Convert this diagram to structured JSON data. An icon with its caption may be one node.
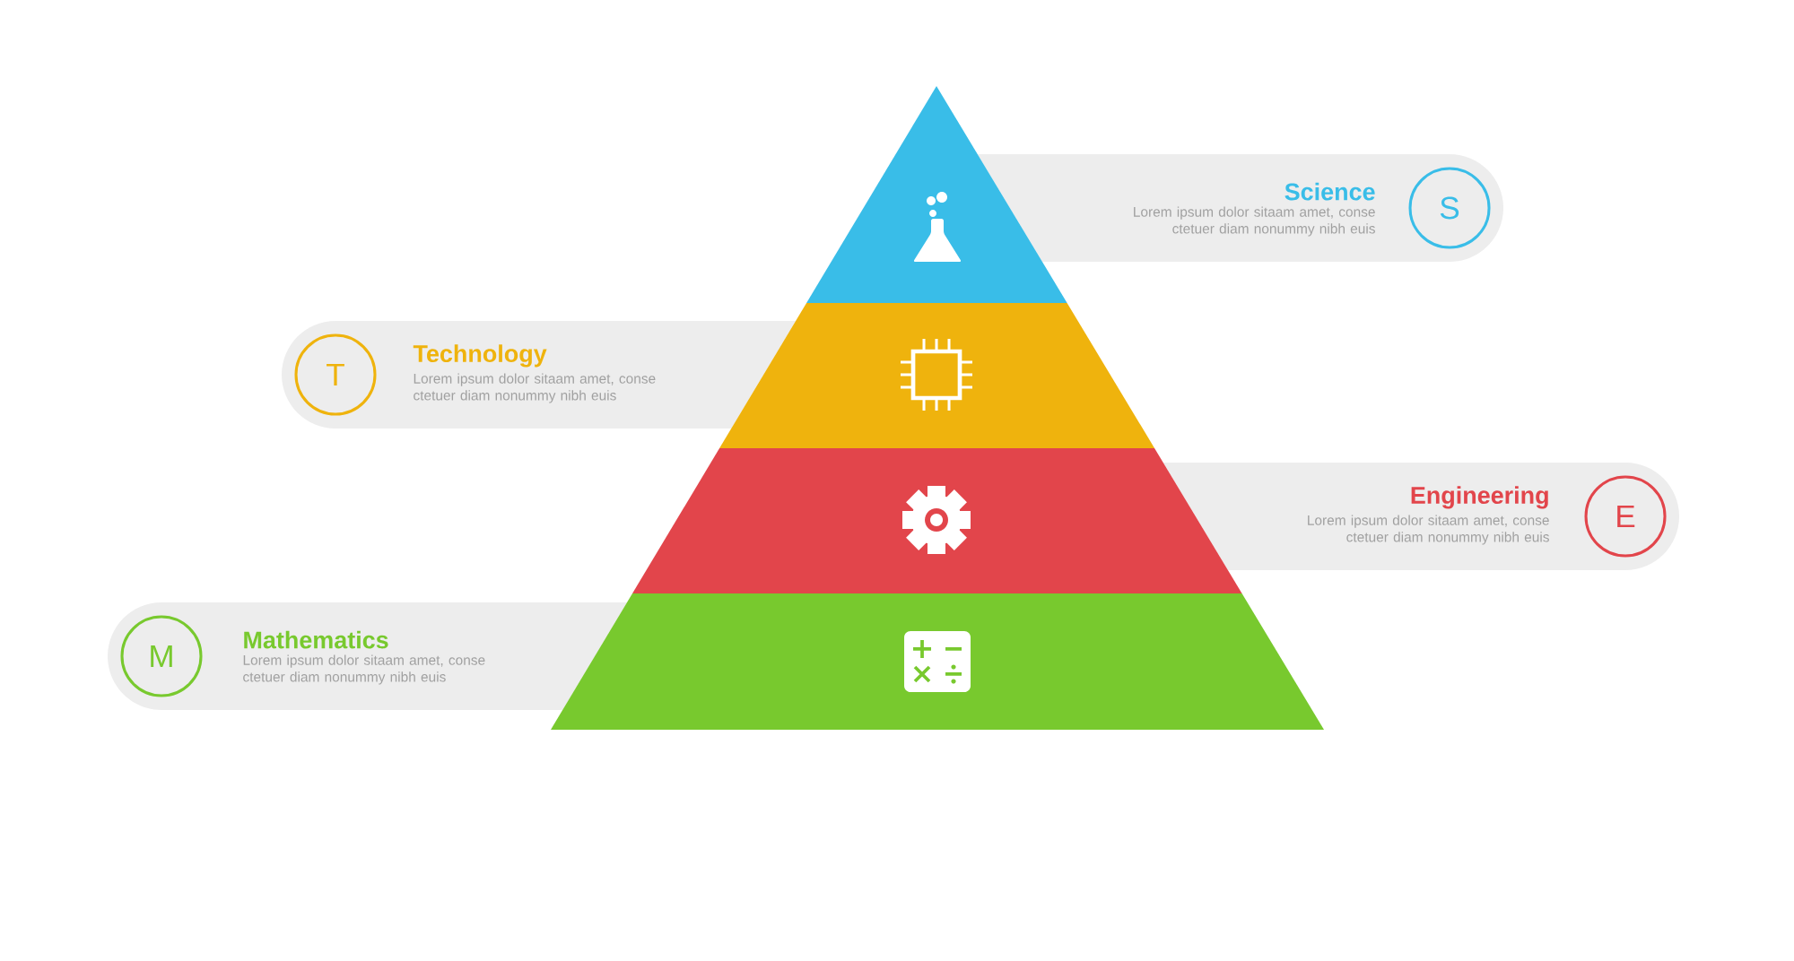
{
  "diagram": {
    "nodes": [
      {
        "text": [
          "Science",
          "Lorem ipsum dolor sitaam amet, conse ctetuer diam nonummy  nibh euis"
        ]
      },
      {
        "text": [
          "S"
        ],
        "in": 0
      },
      {
        "text": [
          "Technology",
          "Lorem ipsum dolor sitaam amet, conse ctetuer diam nonummy  nibh euis"
        ]
      },
      {
        "text": [
          "T"
        ],
        "in": 2
      },
      {
        "text": [
          "Engineering",
          "Lorem ipsum dolor sitaam amet, conse ctetuer diam nonummy  nibh euis"
        ]
      },
      {
        "text": [
          "E"
        ],
        "in": 4
      },
      {
        "text": [
          "Mathematics",
          "Lorem ipsum dolor sitaam amet, conse ctetuer diam nonummy  nibh euis"
        ]
      },
      {
        "text": [
          "M"
        ],
        "in": 6
      }
    ]
  }
}
